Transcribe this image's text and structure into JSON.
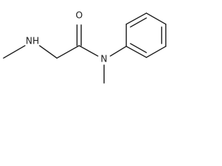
{
  "molecule": {
    "atoms": {
      "amine_nitrogen": "NH",
      "carbonyl_oxygen": "O",
      "amide_nitrogen": "N"
    }
  }
}
